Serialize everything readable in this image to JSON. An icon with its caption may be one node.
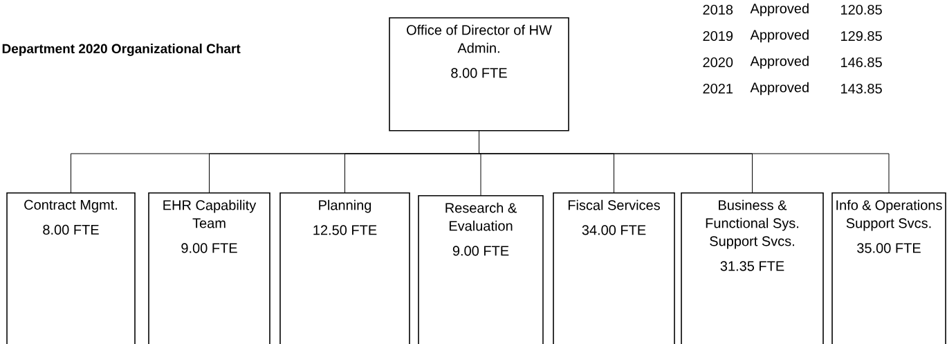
{
  "diagram": {
    "title": "Department 2020 Organizational Chart",
    "nodes": [
      {
        "text": [
          "Office of Director of HW Admin.",
          "8.00 FTE"
        ]
      },
      {
        "text": [
          "Contract Mgmt.",
          "8.00 FTE"
        ]
      },
      {
        "text": [
          "EHR Capability Team",
          "9.00 FTE"
        ]
      },
      {
        "text": [
          "Planning",
          "12.50 FTE"
        ]
      },
      {
        "text": [
          "Research & Evaluation",
          "9.00 FTE"
        ]
      },
      {
        "text": [
          "Fiscal Services",
          "34.00 FTE"
        ]
      },
      {
        "text": [
          "Business & Functional Sys. Support Svcs.",
          "31.35 FTE"
        ]
      },
      {
        "text": [
          "Info & Operations Support Svcs.",
          "35.00 FTE"
        ]
      }
    ],
    "edges": [
      {
        "from": 0,
        "to": 1,
        "arrow": "none"
      },
      {
        "from": 0,
        "to": 2,
        "arrow": "none"
      },
      {
        "from": 0,
        "to": 3,
        "arrow": "none"
      },
      {
        "from": 0,
        "to": 4,
        "arrow": "none"
      },
      {
        "from": 0,
        "to": 5,
        "arrow": "none"
      },
      {
        "from": 0,
        "to": 6,
        "arrow": "none"
      },
      {
        "from": 0,
        "to": 7,
        "arrow": "none"
      }
    ],
    "labels": [
      "2018",
      "Approved",
      "120.85",
      "2019",
      "Approved",
      "129.85",
      "2020",
      "Approved",
      "146.85",
      "2021",
      "Approved",
      "143.85"
    ]
  }
}
